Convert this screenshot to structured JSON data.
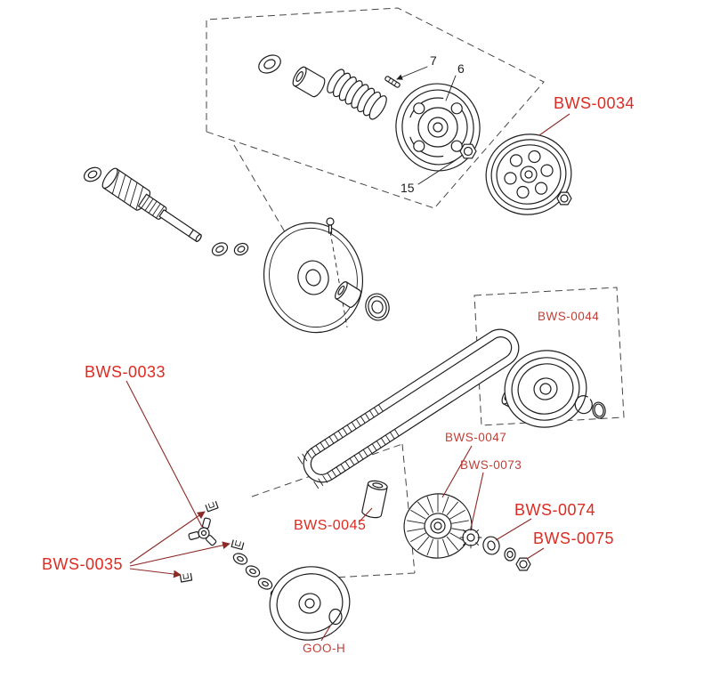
{
  "colors": {
    "background": "#ffffff",
    "line": "#1e1e1e",
    "dash": "#464646",
    "label_red": "#dd2b22",
    "label_red_dim": "#c04038",
    "leader": "#8c2a26"
  },
  "part_labels": {
    "bws0033": "BWS-0033",
    "bws0034": "BWS-0034",
    "bws0035": "BWS-0035",
    "bws0044": "BWS-0044",
    "bws0045": "BWS-0045",
    "bws0047": "BWS-0047",
    "bws0073": "BWS-0073",
    "bws0074": "BWS-0074",
    "bws0075": "BWS-0075",
    "goo_h": "GOO-H"
  },
  "callout_numbers": {
    "n6": "6",
    "n7": "7",
    "n15": "15"
  }
}
